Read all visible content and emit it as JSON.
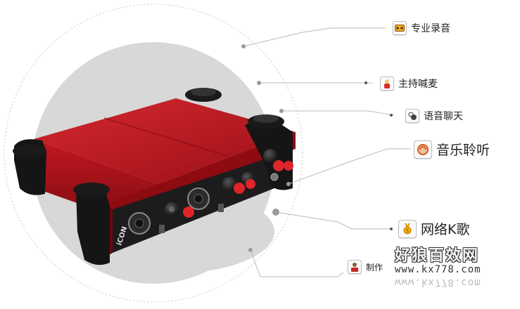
{
  "features": [
    {
      "label": "专业录音",
      "icon": "cassette-icon"
    },
    {
      "label": "主持喊麦",
      "icon": "host-microphone-icon"
    },
    {
      "label": "语音聊天",
      "icon": "voice-chat-icon"
    },
    {
      "label": "音乐聆听",
      "icon": "music-listening-icon"
    },
    {
      "label": "网络K歌",
      "icon": "karaoke-medal-icon"
    },
    {
      "label": "制作",
      "icon": "production-icon"
    }
  ],
  "device": {
    "brand": "iCON"
  },
  "watermark": {
    "title": "好狼百效网",
    "url": "www.kx778.com"
  },
  "colors": {
    "device_red": "#b5121b",
    "panel_black": "#1c1c1c",
    "knob_red": "#e0242b",
    "circle": "#d7d7d7"
  }
}
